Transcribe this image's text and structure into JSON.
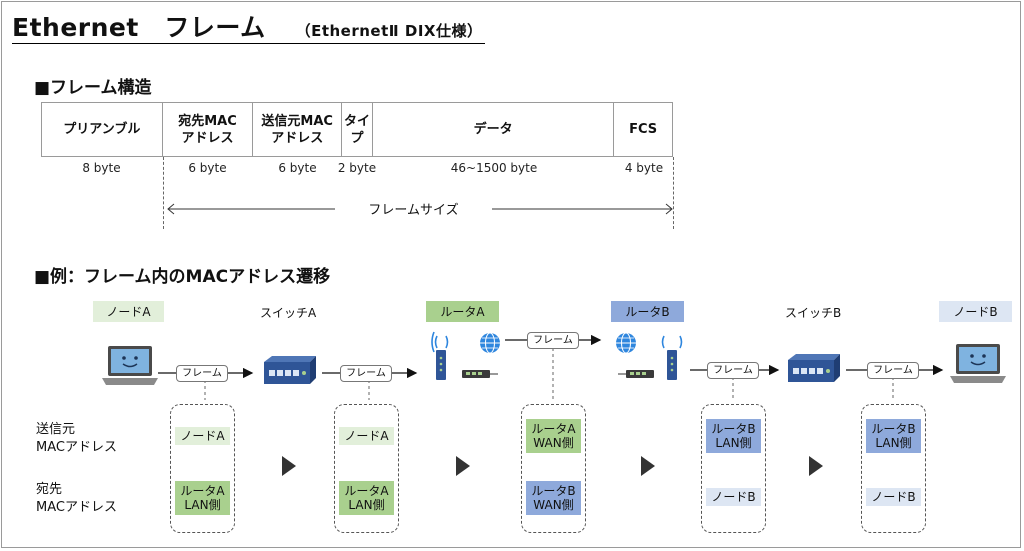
{
  "title": {
    "main": "Ethernet　フレーム",
    "sub": "（EthernetⅡ DIX仕様）"
  },
  "section1": "■フレーム構造",
  "section2": "■例：フレーム内のMACアドレス遷移",
  "frame_fields": [
    {
      "label": "プリアンブル",
      "bytes": "8 byte"
    },
    {
      "label": "宛先MAC\nアドレス",
      "bytes": "6 byte"
    },
    {
      "label": "送信元MAC\nアドレス",
      "bytes": "6 byte"
    },
    {
      "label": "タイ\nプ",
      "bytes": "2 byte"
    },
    {
      "label": "データ",
      "bytes": "46~1500 byte"
    },
    {
      "label": "FCS",
      "bytes": "4 byte"
    }
  ],
  "frame_size_label": "フレームサイズ",
  "devices": {
    "node_a": "ノードA",
    "switch_a": "スイッチA",
    "router_a": "ルータA",
    "router_b": "ルータB",
    "switch_b": "スイッチB",
    "node_b": "ノードB"
  },
  "frame_chip": "フレーム",
  "row_labels": {
    "src": "送信元\nMACアドレス",
    "dst": "宛先\nMACアドレス"
  },
  "hops": [
    {
      "src": "ノードA",
      "dst": "ルータA\nLAN側"
    },
    {
      "src": "ノードA",
      "dst": "ルータA\nLAN側"
    },
    {
      "src": "ルータA\nWAN側",
      "dst": "ルータB\nWAN側"
    },
    {
      "src": "ルータB\nLAN側",
      "dst": "ノードB"
    },
    {
      "src": "ルータB\nLAN側",
      "dst": "ノードB"
    }
  ],
  "colors": {
    "node_a": "#e2efda",
    "router_a": "#a9d08e",
    "router_b": "#8ea9db",
    "node_b": "#dde6f3",
    "device_blue": "#2f5597",
    "laptop_screen": "#7fb3e0",
    "globe": "#2e86de"
  },
  "icons": [
    "laptop-icon",
    "switch-icon",
    "router-icon",
    "globe-icon",
    "play-arrow-icon"
  ]
}
